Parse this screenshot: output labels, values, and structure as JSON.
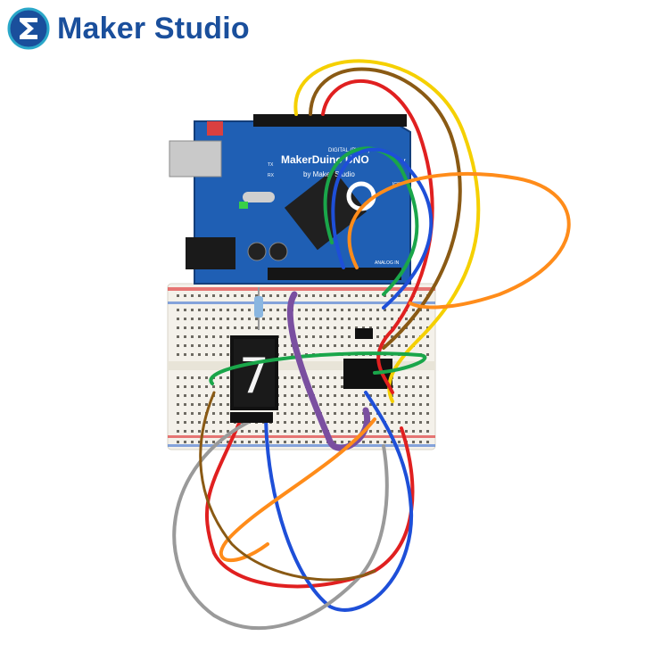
{
  "brand": {
    "name": "Maker Studio",
    "color": "#1a4f9c",
    "accent": "#2aa7c9",
    "icon": "sigma-logo-icon"
  },
  "board": {
    "label_main": "MakerDuino UNO",
    "label_version": "v",
    "label_by": "by Maker Studio",
    "label_digital": "DIGITAL (PWM~)",
    "label_analog": "ANALOG IN",
    "label_icsp": "ICSP",
    "label_tx": "TX",
    "label_rx": "RX",
    "color": "#1f5fb4"
  },
  "display": {
    "digit": "7"
  },
  "wire_colors": {
    "red": "#e02020",
    "yellow": "#f5d000",
    "brown": "#8a5a14",
    "green": "#1aa64a",
    "blue": "#1e4fd8",
    "orange": "#ff8c1a",
    "purple": "#7a4fa0",
    "gray": "#9a9a9a"
  }
}
